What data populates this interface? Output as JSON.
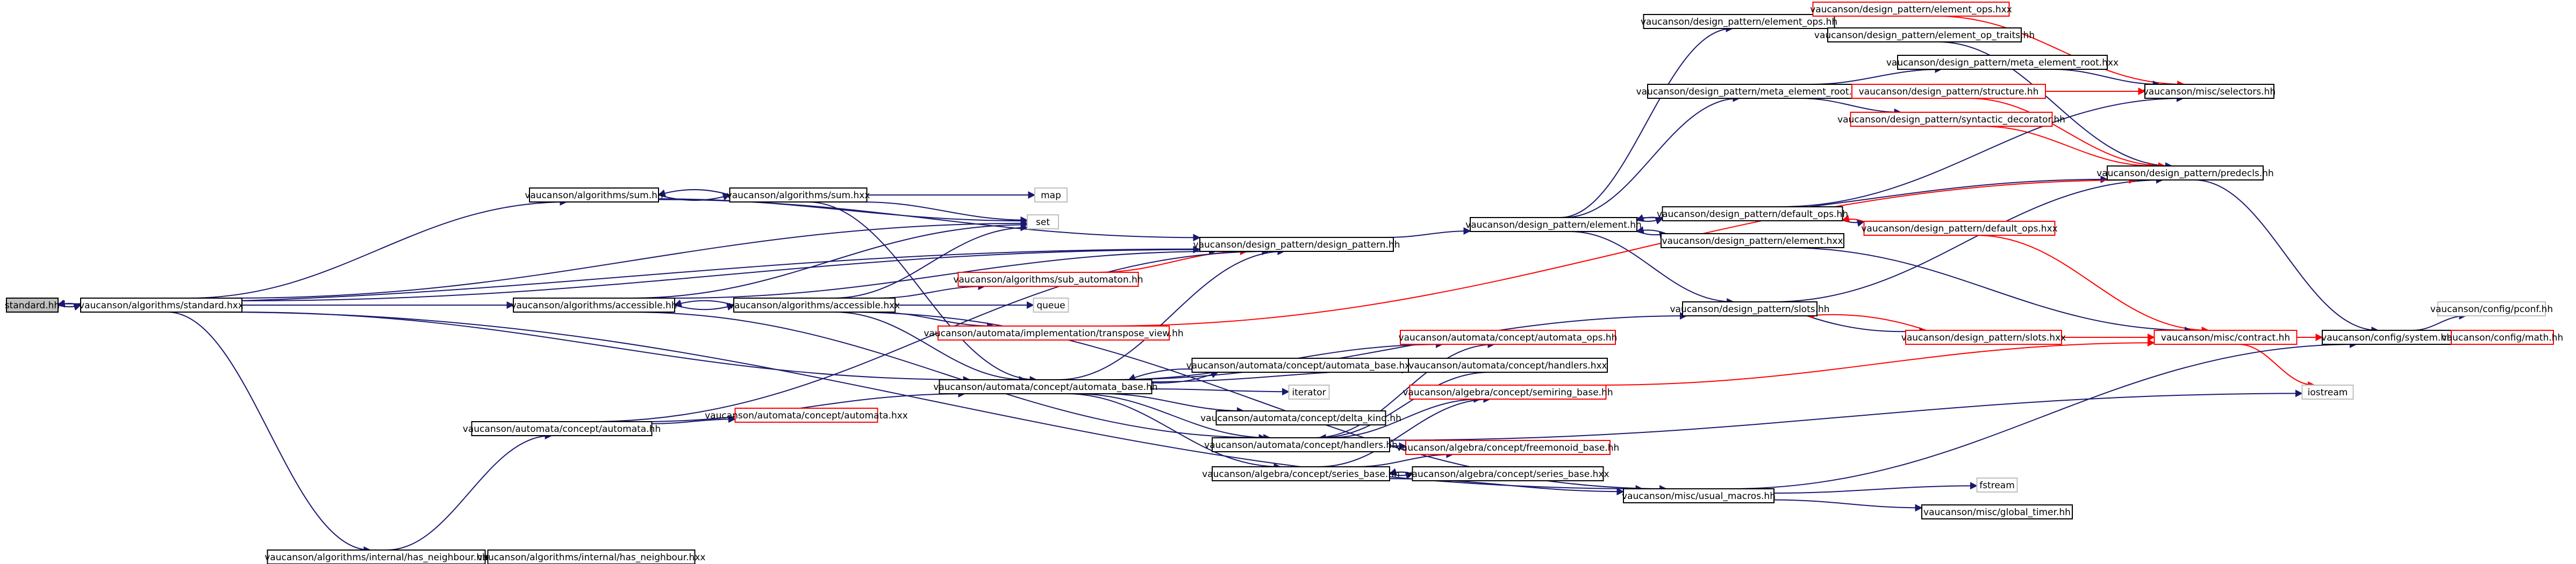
{
  "nodes": [
    {
      "id": "n0",
      "label": "standard.hh",
      "style": "root"
    },
    {
      "id": "n1",
      "label": "vaucanson/algorithms/standard.hxx",
      "style": "normal"
    },
    {
      "id": "n2",
      "label": "vaucanson/algorithms/sum.hh",
      "style": "normal"
    },
    {
      "id": "n3",
      "label": "vaucanson/algorithms/sum.hxx",
      "style": "normal"
    },
    {
      "id": "n4",
      "label": "map",
      "style": "external"
    },
    {
      "id": "n5",
      "label": "set",
      "style": "external"
    },
    {
      "id": "n6",
      "label": "vaucanson/design_pattern/design_pattern.hh",
      "style": "normal"
    },
    {
      "id": "n7",
      "label": "vaucanson/design_pattern/element.hh",
      "style": "normal"
    },
    {
      "id": "n8",
      "label": "vaucanson/design_pattern/element_ops.hh",
      "style": "normal"
    },
    {
      "id": "n9",
      "label": "vaucanson/design_pattern/element_ops.hxx",
      "style": "missing"
    },
    {
      "id": "n10",
      "label": "vaucanson/design_pattern/element_op_traits.hh",
      "style": "normal"
    },
    {
      "id": "n11",
      "label": "vaucanson/design_pattern/meta_element_root.hh",
      "style": "normal"
    },
    {
      "id": "n12",
      "label": "vaucanson/design_pattern/meta_element_root.hxx",
      "style": "normal"
    },
    {
      "id": "n13",
      "label": "vaucanson/design_pattern/structure.hh",
      "style": "missing"
    },
    {
      "id": "n14",
      "label": "vaucanson/design_pattern/syntactic_decorator.hh",
      "style": "missing"
    },
    {
      "id": "n15",
      "label": "vaucanson/misc/selectors.hh",
      "style": "normal"
    },
    {
      "id": "n16",
      "label": "vaucanson/design_pattern/predecls.hh",
      "style": "normal"
    },
    {
      "id": "n17",
      "label": "vaucanson/design_pattern/default_ops.hh",
      "style": "normal"
    },
    {
      "id": "n18",
      "label": "vaucanson/design_pattern/default_ops.hxx",
      "style": "missing"
    },
    {
      "id": "n19",
      "label": "vaucanson/design_pattern/element.hxx",
      "style": "normal"
    },
    {
      "id": "n20",
      "label": "vaucanson/design_pattern/slots.hh",
      "style": "normal"
    },
    {
      "id": "n21",
      "label": "vaucanson/design_pattern/slots.hxx",
      "style": "missing"
    },
    {
      "id": "n22",
      "label": "vaucanson/misc/contract.hh",
      "style": "missing"
    },
    {
      "id": "n23",
      "label": "vaucanson/config/system.hh",
      "style": "normal"
    },
    {
      "id": "n24",
      "label": "vaucanson/config/pconf.hh",
      "style": "external"
    },
    {
      "id": "n25",
      "label": "vaucanson/config/math.hh",
      "style": "missing"
    },
    {
      "id": "n26",
      "label": "iostream",
      "style": "external"
    },
    {
      "id": "n27",
      "label": "vaucanson/algorithms/accessible.hh",
      "style": "normal"
    },
    {
      "id": "n28",
      "label": "vaucanson/algorithms/accessible.hxx",
      "style": "normal"
    },
    {
      "id": "n29",
      "label": "vaucanson/algorithms/sub_automaton.hh",
      "style": "missing"
    },
    {
      "id": "n30",
      "label": "queue",
      "style": "external"
    },
    {
      "id": "n31",
      "label": "vaucanson/automata/implementation/transpose_view.hh",
      "style": "missing"
    },
    {
      "id": "n32",
      "label": "vaucanson/automata/concept/automata_base.hh",
      "style": "normal"
    },
    {
      "id": "n33",
      "label": "vaucanson/automata/concept/automata_base.hxx",
      "style": "normal"
    },
    {
      "id": "n34",
      "label": "vaucanson/automata/concept/automata_ops.hh",
      "style": "missing"
    },
    {
      "id": "n35",
      "label": "vaucanson/automata/concept/handlers.hxx",
      "style": "normal"
    },
    {
      "id": "n36",
      "label": "vaucanson/algebra/concept/semiring_base.hh",
      "style": "missing"
    },
    {
      "id": "n37",
      "label": "iterator",
      "style": "external"
    },
    {
      "id": "n38",
      "label": "vaucanson/automata/concept/delta_kind.hh",
      "style": "normal"
    },
    {
      "id": "n39",
      "label": "vaucanson/automata/concept/handlers.hh",
      "style": "normal"
    },
    {
      "id": "n40",
      "label": "vaucanson/algebra/concept/freemonoid_base.hh",
      "style": "missing"
    },
    {
      "id": "n41",
      "label": "vaucanson/algebra/concept/series_base.hh",
      "style": "normal"
    },
    {
      "id": "n42",
      "label": "vaucanson/algebra/concept/series_base.hxx",
      "style": "normal"
    },
    {
      "id": "n43",
      "label": "vaucanson/misc/usual_macros.hh",
      "style": "normal"
    },
    {
      "id": "n44",
      "label": "fstream",
      "style": "external"
    },
    {
      "id": "n45",
      "label": "vaucanson/misc/global_timer.hh",
      "style": "normal"
    },
    {
      "id": "n46",
      "label": "vaucanson/automata/concept/automata.hh",
      "style": "normal"
    },
    {
      "id": "n47",
      "label": "vaucanson/automata/concept/automata.hxx",
      "style": "missing"
    },
    {
      "id": "n48",
      "label": "vaucanson/algorithms/internal/has_neighbour.hh",
      "style": "normal"
    },
    {
      "id": "n49",
      "label": "vaucanson/algorithms/internal/has_neighbour.hxx",
      "style": "normal"
    }
  ],
  "edges": [
    [
      "n0",
      "n1"
    ],
    [
      "n1",
      "n0"
    ],
    [
      "n1",
      "n2"
    ],
    [
      "n1",
      "n5"
    ],
    [
      "n1",
      "n6"
    ],
    [
      "n1",
      "n27"
    ],
    [
      "n1",
      "n32"
    ],
    [
      "n1",
      "n48"
    ],
    [
      "n1",
      "n43"
    ],
    [
      "n2",
      "n3"
    ],
    [
      "n3",
      "n2"
    ],
    [
      "n2",
      "n6"
    ],
    [
      "n2",
      "n5"
    ],
    [
      "n3",
      "n4"
    ],
    [
      "n3",
      "n5"
    ],
    [
      "n3",
      "n32"
    ],
    [
      "n6",
      "n0"
    ],
    [
      "n6",
      "n7"
    ],
    [
      "n7",
      "n8"
    ],
    [
      "n8",
      "n9"
    ],
    [
      "n9",
      "n8"
    ],
    [
      "n8",
      "n10"
    ],
    [
      "n9",
      "n15"
    ],
    [
      "n10",
      "n16"
    ],
    [
      "n7",
      "n11"
    ],
    [
      "n11",
      "n12"
    ],
    [
      "n11",
      "n13"
    ],
    [
      "n11",
      "n14"
    ],
    [
      "n12",
      "n15"
    ],
    [
      "n13",
      "n15"
    ],
    [
      "n13",
      "n16"
    ],
    [
      "n14",
      "n16"
    ],
    [
      "n7",
      "n16"
    ],
    [
      "n7",
      "n17"
    ],
    [
      "n17",
      "n7"
    ],
    [
      "n17",
      "n18"
    ],
    [
      "n18",
      "n17"
    ],
    [
      "n17",
      "n15"
    ],
    [
      "n18",
      "n22"
    ],
    [
      "n7",
      "n19"
    ],
    [
      "n19",
      "n7"
    ],
    [
      "n19",
      "n22"
    ],
    [
      "n7",
      "n20"
    ],
    [
      "n20",
      "n21"
    ],
    [
      "n21",
      "n20"
    ],
    [
      "n20",
      "n16"
    ],
    [
      "n21",
      "n22"
    ],
    [
      "n16",
      "n23"
    ],
    [
      "n22",
      "n23"
    ],
    [
      "n22",
      "n26"
    ],
    [
      "n23",
      "n24"
    ],
    [
      "n23",
      "n25"
    ],
    [
      "n25",
      "n23"
    ],
    [
      "n27",
      "n28"
    ],
    [
      "n28",
      "n27"
    ],
    [
      "n27",
      "n5"
    ],
    [
      "n27",
      "n6"
    ],
    [
      "n27",
      "n39"
    ],
    [
      "n28",
      "n5"
    ],
    [
      "n28",
      "n29"
    ],
    [
      "n28",
      "n30"
    ],
    [
      "n28",
      "n31"
    ],
    [
      "n28",
      "n32"
    ],
    [
      "n28",
      "n43"
    ],
    [
      "n29",
      "n6"
    ],
    [
      "n31",
      "n16"
    ],
    [
      "n32",
      "n33"
    ],
    [
      "n33",
      "n32"
    ],
    [
      "n32",
      "n6"
    ],
    [
      "n32",
      "n34"
    ],
    [
      "n32",
      "n35"
    ],
    [
      "n32",
      "n37"
    ],
    [
      "n32",
      "n38"
    ],
    [
      "n32",
      "n39"
    ],
    [
      "n32",
      "n41"
    ],
    [
      "n32",
      "n20"
    ],
    [
      "n35",
      "n39"
    ],
    [
      "n36",
      "n22"
    ],
    [
      "n39",
      "n34"
    ],
    [
      "n39",
      "n36"
    ],
    [
      "n39",
      "n40"
    ],
    [
      "n39",
      "n26"
    ],
    [
      "n41",
      "n42"
    ],
    [
      "n42",
      "n41"
    ],
    [
      "n41",
      "n40"
    ],
    [
      "n41",
      "n43"
    ],
    [
      "n41",
      "n36"
    ],
    [
      "n43",
      "n23"
    ],
    [
      "n43",
      "n44"
    ],
    [
      "n43",
      "n45"
    ],
    [
      "n46",
      "n32"
    ],
    [
      "n46",
      "n47"
    ],
    [
      "n46",
      "n6"
    ],
    [
      "n48",
      "n49"
    ],
    [
      "n49",
      "n48"
    ],
    [
      "n48",
      "n46"
    ]
  ],
  "colors": {
    "edge": "#191970",
    "red_edge": "#ff0000",
    "root_fill": "#bfbfbf",
    "missing_border": "#ff0000",
    "external_border": "#bfbfbf"
  }
}
